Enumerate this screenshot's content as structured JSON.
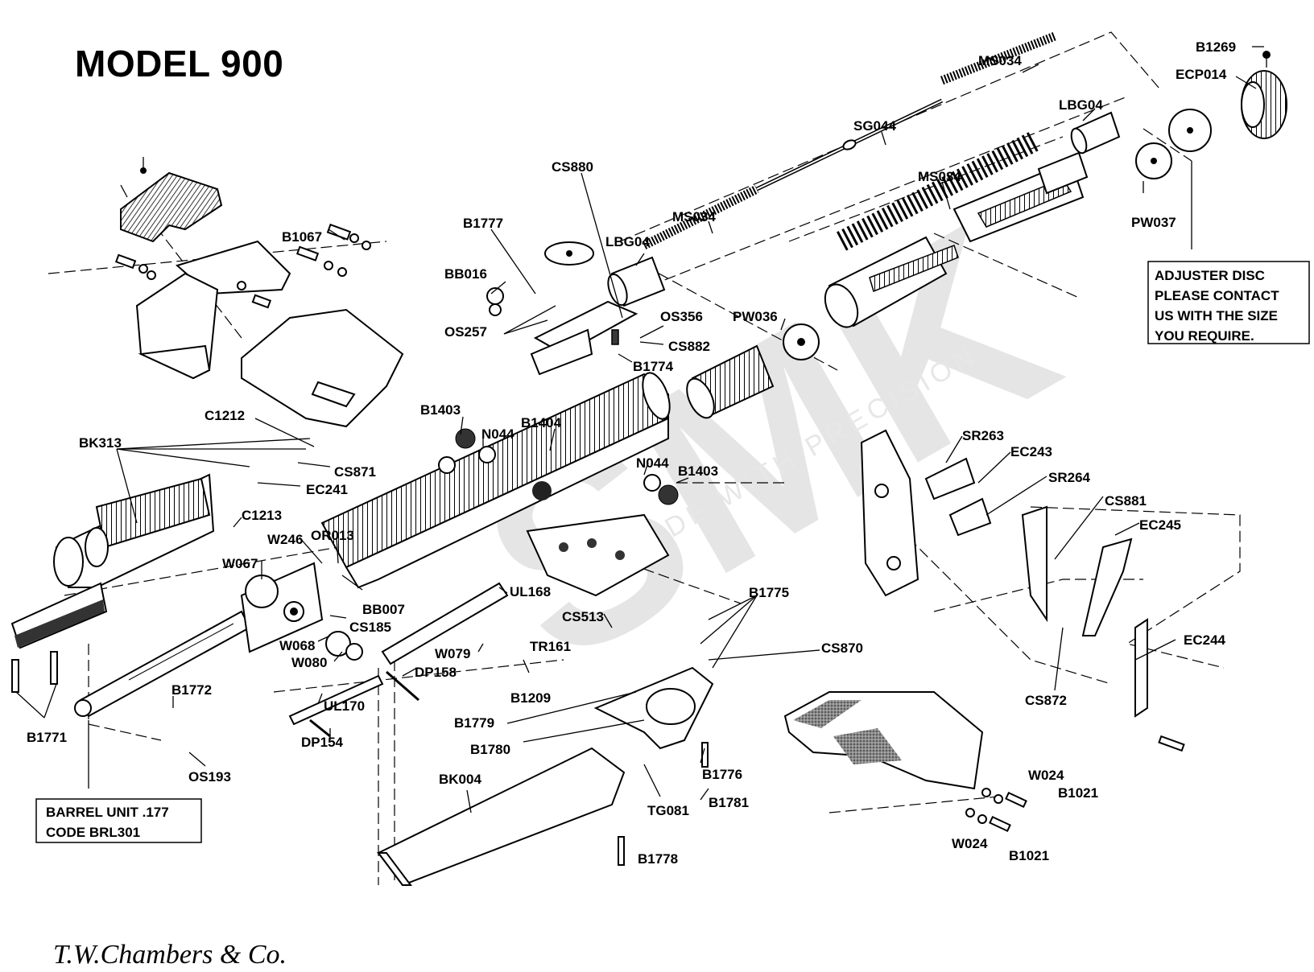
{
  "title": "MODEL 900",
  "footer": "T.W.Chambers & Co.",
  "watermark": {
    "word": "SMK",
    "tagline": "MADE WITH PRECISION"
  },
  "notes": {
    "adjuster": [
      "ADJUSTER DISC",
      "PLEASE CONTACT",
      "US WITH THE SIZE",
      "YOU REQUIRE."
    ],
    "barrel": [
      "BARREL UNIT .177",
      "CODE BRL301"
    ]
  },
  "parts": {
    "b1269": "B1269",
    "ms034_a": "MS034",
    "ecp014": "ECP014",
    "lbg04_a": "LBG04",
    "sg044": "SG044",
    "ms034_b": "MS034",
    "cs880": "CS880",
    "b1777": "B1777",
    "ms034_c": "MS034",
    "lbg04_b": "LBG04",
    "pw037": "PW037",
    "b1067": "B1067",
    "bb016": "BB016",
    "os257": "OS257",
    "os356": "OS356",
    "pw036": "PW036",
    "cs882": "CS882",
    "b1774": "B1774",
    "b1403_a": "B1403",
    "b1404": "B1404",
    "c1212": "C1212",
    "n044_a": "N044",
    "bk313": "BK313",
    "cs871": "CS871",
    "ec241": "EC241",
    "n044_b": "N044",
    "b1403_b": "B1403",
    "sr263": "SR263",
    "ec243": "EC243",
    "sr264": "SR264",
    "cs881": "CS881",
    "ec245": "EC245",
    "c1213": "C1213",
    "w246": "W246",
    "or013": "OR013",
    "w067": "W067",
    "ul168": "UL168",
    "bb007": "BB007",
    "b1775": "B1775",
    "cs513": "CS513",
    "cs185": "CS185",
    "w068": "W068",
    "tr161": "TR161",
    "w079": "W079",
    "cs870": "CS870",
    "ec244": "EC244",
    "w080": "W080",
    "dp158": "DP158",
    "b1772": "B1772",
    "b1209": "B1209",
    "ul170": "UL170",
    "cs872": "CS872",
    "b1779": "B1779",
    "b1771": "B1771",
    "dp154": "DP154",
    "b1780": "B1780",
    "os193": "OS193",
    "b1776": "B1776",
    "w024_a": "W024",
    "bk004": "BK004",
    "b1021_a": "B1021",
    "tg081": "TG081",
    "b1781": "B1781",
    "w024_b": "W024",
    "b1778": "B1778",
    "b1021_b": "B1021"
  }
}
